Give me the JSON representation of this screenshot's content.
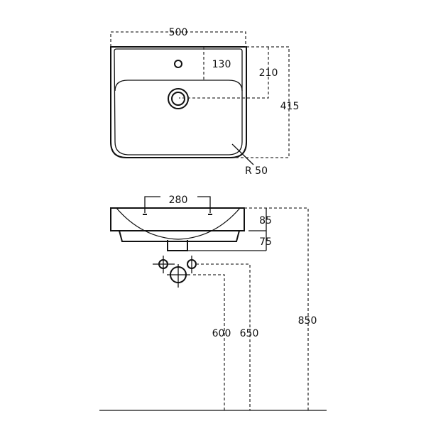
{
  "dimensions": {
    "width": "500",
    "tap_offset": "130",
    "drain_offset": "210",
    "depth": "415",
    "radius": "R 50",
    "tap_spacing": "280",
    "rim_height": "85",
    "bowl_height": "75",
    "supply_height": "600",
    "waste_height": "650",
    "mount_height": "850"
  }
}
